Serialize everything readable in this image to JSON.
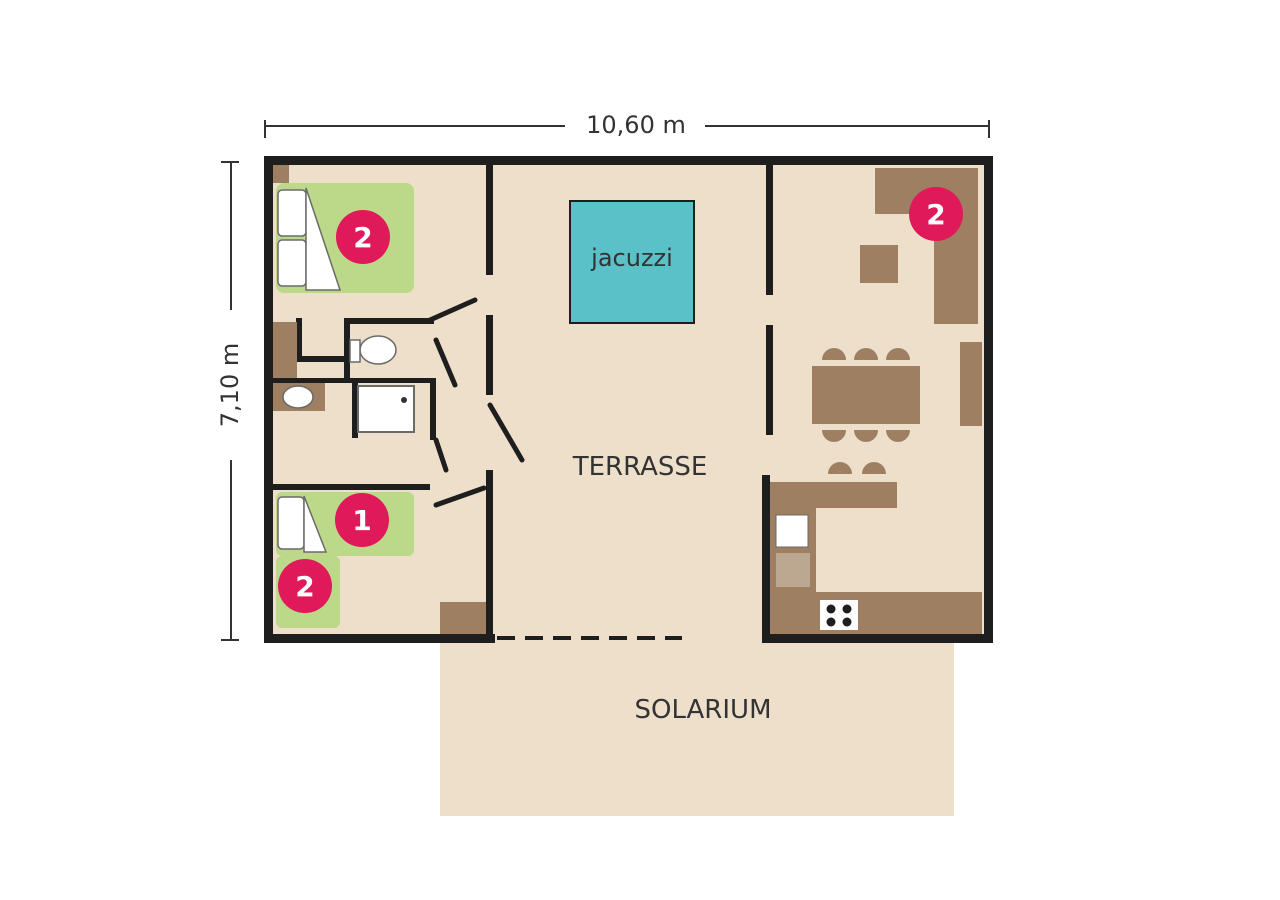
{
  "dimensions": {
    "width_label": "10,60 m",
    "height_label": "7,10 m"
  },
  "rooms": {
    "jacuzzi": "jacuzzi",
    "terrace": "TERRASSE",
    "solarium": "SOLARIUM"
  },
  "badges": [
    {
      "id": "bedroom1-double",
      "value": "2"
    },
    {
      "id": "bedroom2-single",
      "value": "1"
    },
    {
      "id": "bedroom2-bunk",
      "value": "2"
    },
    {
      "id": "living-sofa",
      "value": "2"
    }
  ],
  "colors": {
    "floor": "#eddfca",
    "walls": "#1e1e1e",
    "furniture": "#9e7f62",
    "beds": "#bcd98a",
    "jacuzzi": "#5bc1c9",
    "badge": "#e0195a",
    "solarium": "#eddfca"
  }
}
